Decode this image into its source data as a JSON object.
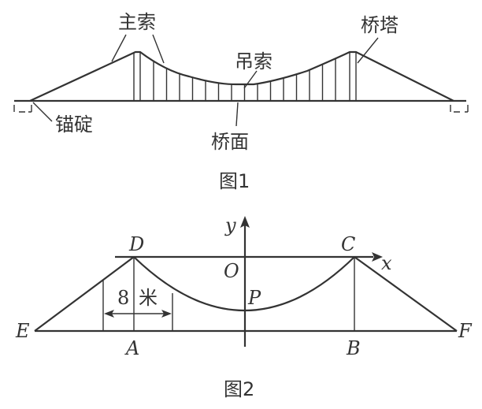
{
  "figure1": {
    "caption": "图1",
    "labels": {
      "main_cable": "主索",
      "tower": "桥塔",
      "hanger": "吊索",
      "anchor": "锚碇",
      "deck": "桥面"
    }
  },
  "figure2": {
    "caption": "图2",
    "points": {
      "D": "D",
      "C": "C",
      "O": "O",
      "P": "P",
      "E": "E",
      "F": "F",
      "A": "A",
      "B": "B"
    },
    "axes": {
      "x": "x",
      "y": "y"
    },
    "dimension": {
      "value": "8",
      "unit": "米"
    }
  }
}
